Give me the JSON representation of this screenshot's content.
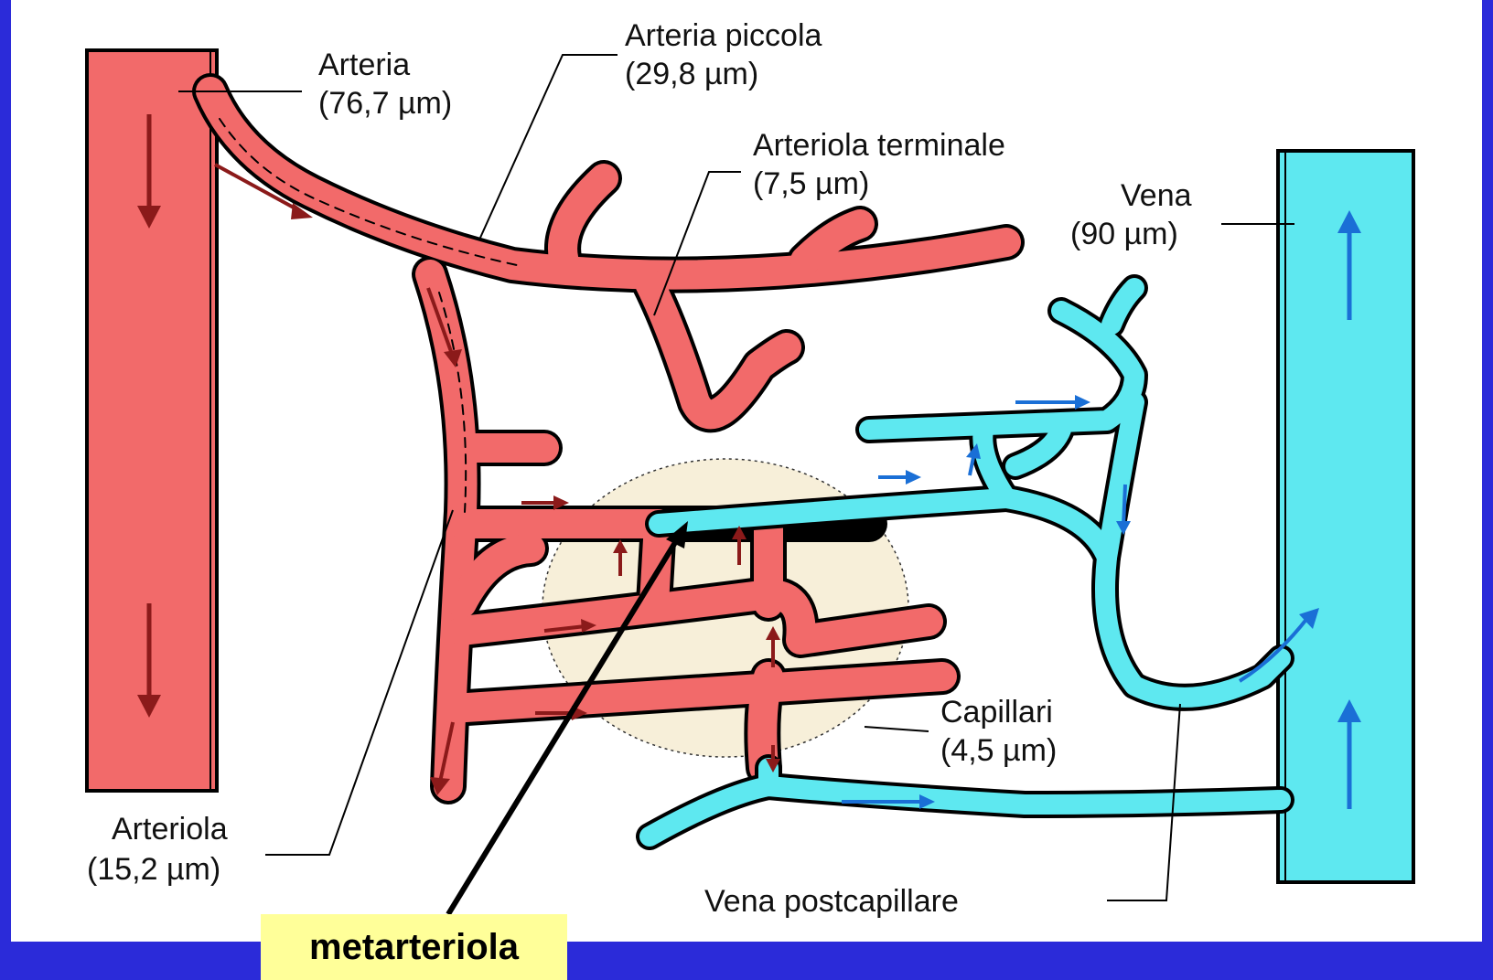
{
  "labels": {
    "arteria": "Arteria",
    "arteria_size": "(76,7 µm)",
    "arteria_piccola": "Arteria piccola",
    "arteria_piccola_size": "(29,8 µm)",
    "arteriola_terminale": "Arteriola terminale",
    "arteriola_terminale_size": "(7,5 µm)",
    "vena": "Vena",
    "vena_size": "(90 µm)",
    "capillari": "Capillari",
    "capillari_size": "(4,5 µm)",
    "arteriola": "Arteriola",
    "arteriola_size": "(15,2 µm)",
    "vena_postcapillare": "Vena postcapillare",
    "metarteriola": "metarteriola"
  },
  "colors": {
    "background": "#2b2bd9",
    "artery": "#f26a6a",
    "vein": "#5ee8f0",
    "arrow_artery": "#8b1a1a",
    "arrow_vein": "#1a6fd6",
    "callout": "#ffff99",
    "exchange_zone": "#f7efd9"
  }
}
